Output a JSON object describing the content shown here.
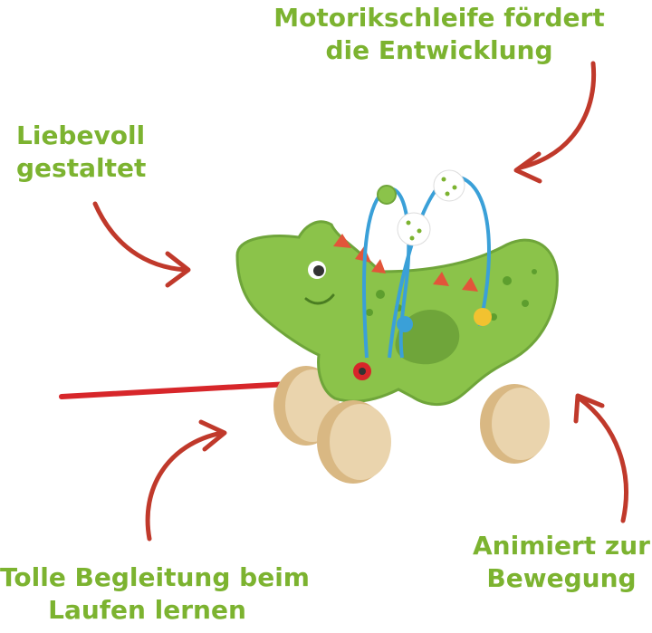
{
  "callouts": {
    "top": {
      "line1": "Motorikschleife fördert",
      "line2": "die Entwicklung"
    },
    "left": {
      "line1": "Liebevoll",
      "line2": "gestaltet"
    },
    "right": {
      "line1": "Animiert zur",
      "line2": "Bewegung"
    },
    "bottom": {
      "line1": "Tolle Begleitung beim",
      "line2": "Laufen lernen"
    }
  },
  "colors": {
    "text_green": "#7cb330",
    "arrow_red": "#c0392b",
    "body_green": "#8bc34a",
    "body_dark": "#6fa53a",
    "wood": "#e7cda2",
    "wire_blue": "#3aa0d8",
    "string_red": "#d7262a"
  },
  "icons": [
    "arrow-icon",
    "crocodile-toy-icon"
  ]
}
